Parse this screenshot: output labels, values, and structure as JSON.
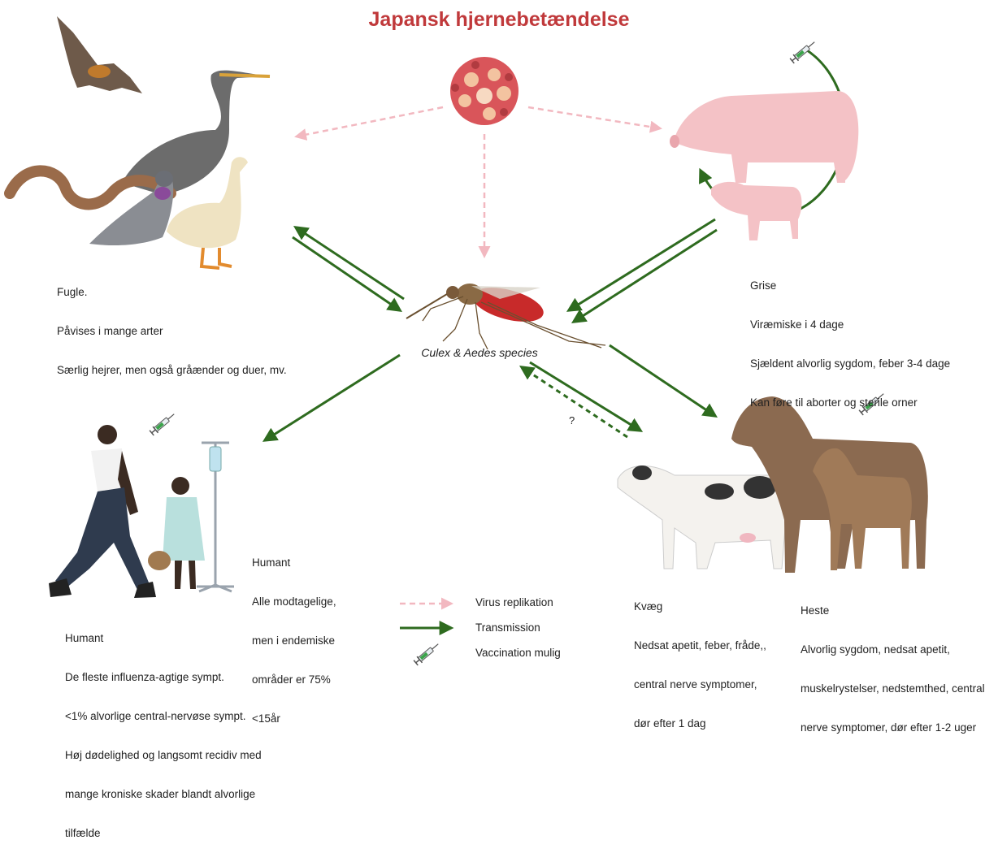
{
  "title": "Japansk hjernebetændelse",
  "colors": {
    "title": "#c0393b",
    "transmission": "#2e6b1f",
    "virus_replication": "#f2b8c0"
  },
  "vector": {
    "label": "Culex & Aedes species"
  },
  "question_mark": "?",
  "birds": {
    "lines": [
      "Fugle.",
      "Påvises i mange arter",
      "Særlig hejrer, men også gråænder og duer, mv."
    ]
  },
  "pigs": {
    "lines": [
      "Grise",
      "Viræmiske i 4 dage",
      "Sjældent alvorlig sygdom, feber 3-4 dage",
      "Kan føre til aborter og sterile orner"
    ]
  },
  "humans_right": {
    "lines": [
      "Humant",
      "Alle modtagelige,",
      "men i endemiske",
      "områder er 75%",
      "<15år"
    ]
  },
  "humans_bottom": {
    "lines": [
      "Humant",
      "De fleste influenza-agtige sympt.",
      "<1% alvorlige central-nervøse sympt.",
      "Høj dødelighed og langsomt recidiv med",
      "mange kroniske skader blandt alvorlige",
      "tilfælde"
    ]
  },
  "cattle": {
    "lines": [
      "Kvæg",
      "Nedsat apetit, feber, fråde,,",
      "central nerve symptomer,",
      "dør efter 1 dag"
    ]
  },
  "horses": {
    "lines": [
      "Heste",
      "Alvorlig sygdom, nedsat apetit,",
      "muskelrystelser, nedstemthed, central",
      "nerve symptomer, dør efter 1-2 uger"
    ]
  },
  "legend": {
    "virus_replication": "Virus replikation",
    "transmission": "Transmission",
    "vaccination": "Vaccination mulig"
  },
  "icons": [
    "virus-icon",
    "bat-icon",
    "heron-icon",
    "snake-icon",
    "pigeon-icon",
    "duck-icon",
    "mosquito-icon",
    "pig-icon",
    "piglet-icon",
    "syringe-icon",
    "man-icon",
    "child-icon",
    "iv-drip-icon",
    "cow-icon",
    "horse-icon",
    "foal-icon"
  ]
}
